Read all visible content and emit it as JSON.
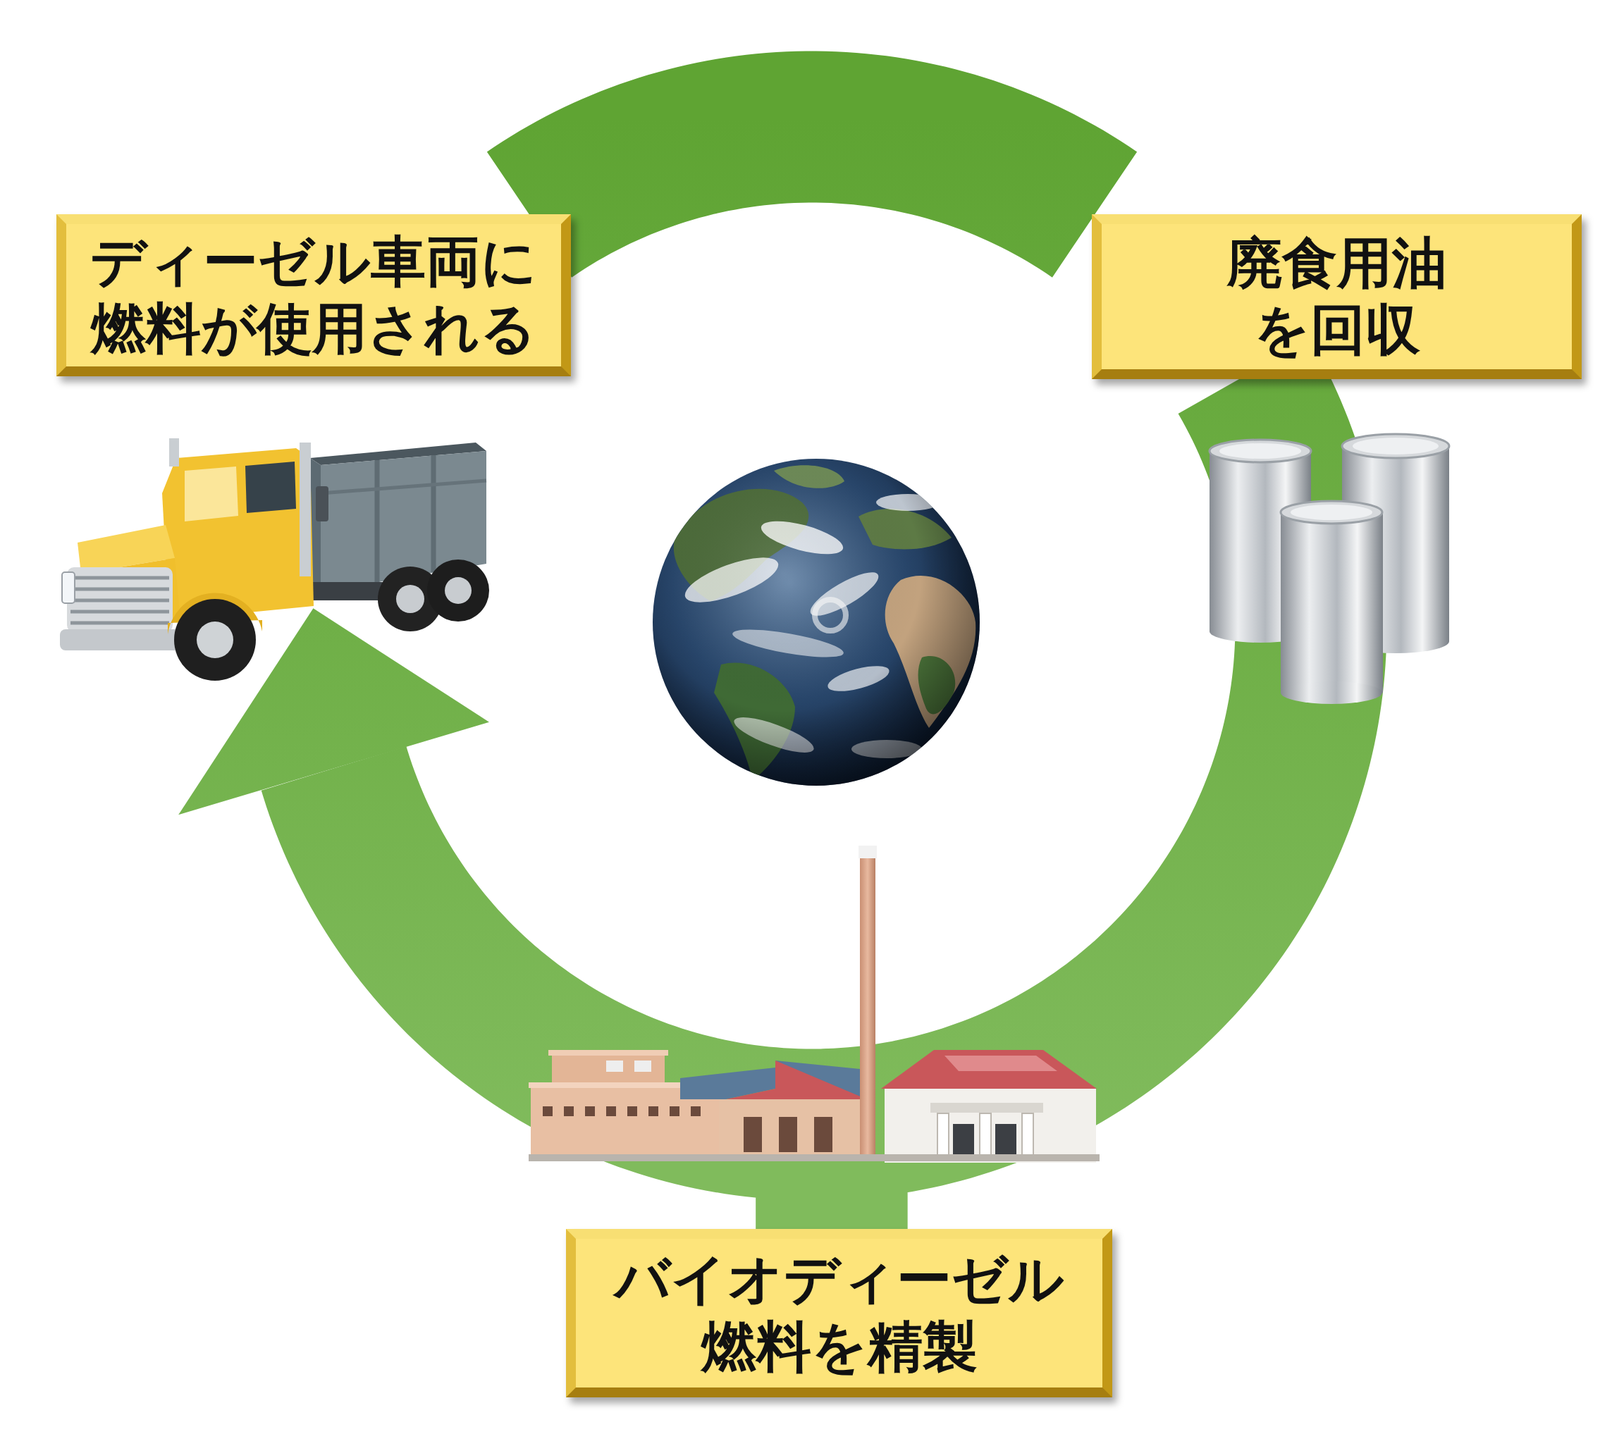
{
  "diagram": {
    "nodes": [
      {
        "text": [
          "ディーゼル車両に 燃料が使用される"
        ]
      },
      {
        "text": [
          "廃食用油 を回収"
        ]
      },
      {
        "text": [
          "バイオディーゼル 燃料を精製"
        ]
      }
    ],
    "edges": [
      {
        "from": 0,
        "to": 1,
        "arrow": "none"
      },
      {
        "from": 1,
        "to": 2,
        "arrow": "none"
      },
      {
        "from": 2,
        "to": 0,
        "arrow": "to"
      }
    ]
  }
}
